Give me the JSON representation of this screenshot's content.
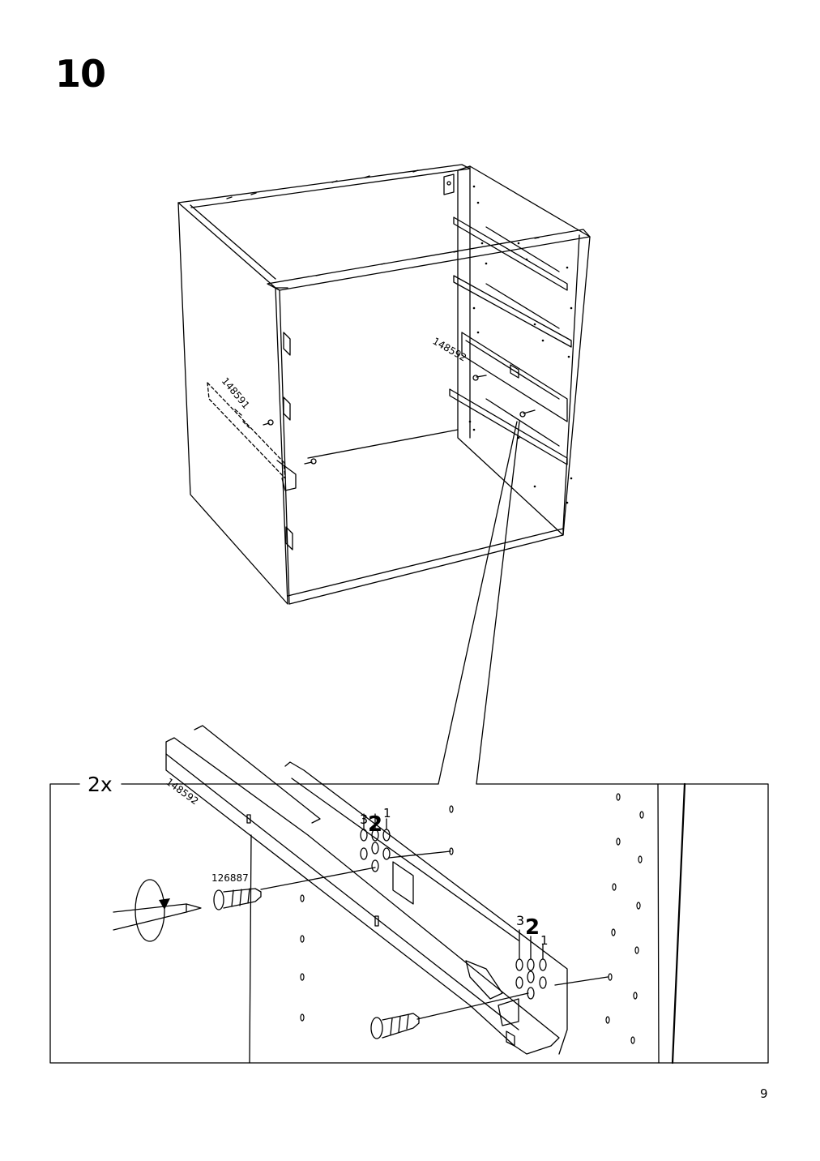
{
  "step": {
    "number": "10"
  },
  "page": {
    "number": "9"
  },
  "cabinet": {
    "part_left": "148591",
    "part_right": "148592"
  },
  "detail": {
    "quantity": "2x",
    "part_rail": "148592",
    "part_screw": "126887",
    "front_positions": {
      "left": "3",
      "middle": "2",
      "right": "1"
    },
    "rear_positions": {
      "left": "3",
      "middle": "2",
      "right": "1"
    }
  }
}
